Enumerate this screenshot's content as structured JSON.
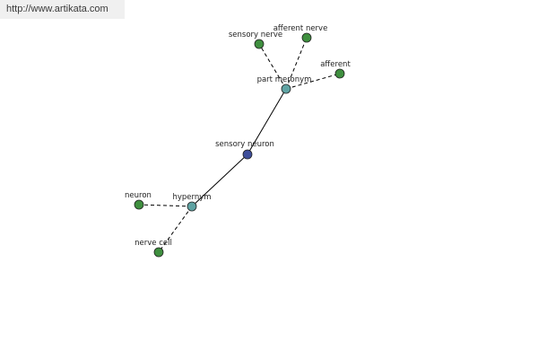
{
  "watermark": {
    "text": "http://www.artikata.com"
  },
  "colors": {
    "root": "#3f4f9b",
    "relation": "#5fa3a3",
    "leaf": "#3f8f3f",
    "stroke": "#222222"
  },
  "nodes": [
    {
      "id": "sensory_neuron",
      "label": "sensory neuron",
      "kind": "root"
    },
    {
      "id": "part_meronym",
      "label": "part meronym",
      "kind": "relation"
    },
    {
      "id": "hypernym",
      "label": "hypernym",
      "kind": "relation"
    },
    {
      "id": "sensory_nerve",
      "label": "sensory nerve",
      "kind": "leaf"
    },
    {
      "id": "afferent_nerve",
      "label": "afferent nerve",
      "kind": "leaf"
    },
    {
      "id": "afferent",
      "label": "afferent",
      "kind": "leaf"
    },
    {
      "id": "neuron",
      "label": "neuron",
      "kind": "leaf"
    },
    {
      "id": "nerve_cell",
      "label": "nerve cell",
      "kind": "leaf"
    }
  ],
  "edges": [
    {
      "from": "sensory_neuron",
      "to": "part_meronym",
      "style": "solid"
    },
    {
      "from": "sensory_neuron",
      "to": "hypernym",
      "style": "solid"
    },
    {
      "from": "part_meronym",
      "to": "sensory_nerve",
      "style": "dashed"
    },
    {
      "from": "part_meronym",
      "to": "afferent_nerve",
      "style": "dashed"
    },
    {
      "from": "part_meronym",
      "to": "afferent",
      "style": "dashed"
    },
    {
      "from": "hypernym",
      "to": "neuron",
      "style": "dashed"
    },
    {
      "from": "hypernym",
      "to": "nerve_cell",
      "style": "dashed"
    }
  ]
}
